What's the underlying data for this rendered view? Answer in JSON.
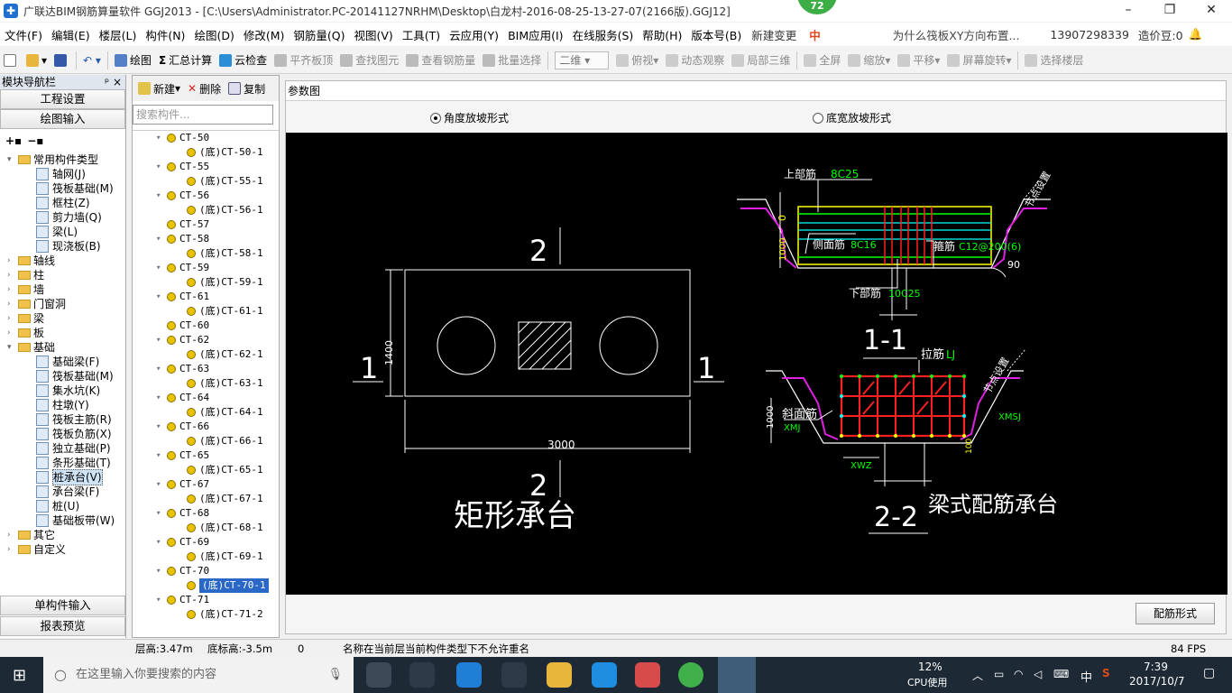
{
  "window": {
    "title": "广联达BIM钢筋算量软件 GGJ2013 - [C:\\Users\\Administrator.PC-20141127NRHM\\Desktop\\白龙村-2016-08-25-13-27-07(2166版).GGJ12]",
    "fps_badge": "72"
  },
  "menu": [
    "文件(F)",
    "编辑(E)",
    "楼层(L)",
    "构件(N)",
    "绘图(D)",
    "修改(M)",
    "钢筋量(Q)",
    "视图(V)",
    "工具(T)",
    "云应用(Y)",
    "BIM应用(I)",
    "在线服务(S)",
    "帮助(H)",
    "版本号(B)"
  ],
  "menu_extra": {
    "new_change": "新建变更",
    "ime_label": "中",
    "hint": "为什么筏板XY方向布置...",
    "phone": "13907298339",
    "price_bean": "造价豆:0"
  },
  "toolbar": {
    "draw": "绘图",
    "sum_calc": "汇总计算",
    "cloud_check": "云检查",
    "flat_top": "平齐板顶",
    "find_elem": "查找图元",
    "view_rebar": "查看钢筋量",
    "batch_select": "批量选择",
    "view_mode": "二维",
    "top_view": "俯视",
    "dynamic": "动态观察",
    "local3d": "局部三维",
    "fullscreen": "全屏",
    "zoom": "缩放",
    "pan": "平移",
    "rotate": "屏幕旋转",
    "select_floor": "选择楼层"
  },
  "nav": {
    "header": "模块导航栏",
    "pin": "ᵖ ×",
    "btn_project": "工程设置",
    "btn_draw": "绘图输入",
    "btn_single": "单构件输入",
    "btn_report": "报表预览",
    "tree": [
      {
        "label": "常用构件类型",
        "type": "folder",
        "expanded": true,
        "level": 0
      },
      {
        "label": "轴网(J)",
        "type": "item",
        "level": 1
      },
      {
        "label": "筏板基础(M)",
        "type": "item",
        "level": 1
      },
      {
        "label": "框柱(Z)",
        "type": "item",
        "level": 1
      },
      {
        "label": "剪力墙(Q)",
        "type": "item",
        "level": 1
      },
      {
        "label": "梁(L)",
        "type": "item",
        "level": 1
      },
      {
        "label": "现浇板(B)",
        "type": "item",
        "level": 1
      },
      {
        "label": "轴线",
        "type": "folder",
        "level": 0
      },
      {
        "label": "柱",
        "type": "folder",
        "level": 0
      },
      {
        "label": "墙",
        "type": "folder",
        "level": 0
      },
      {
        "label": "门窗洞",
        "type": "folder",
        "level": 0
      },
      {
        "label": "梁",
        "type": "folder",
        "level": 0
      },
      {
        "label": "板",
        "type": "folder",
        "level": 0
      },
      {
        "label": "基础",
        "type": "folder",
        "expanded": true,
        "level": 0
      },
      {
        "label": "基础梁(F)",
        "type": "item",
        "level": 1
      },
      {
        "label": "筏板基础(M)",
        "type": "item",
        "level": 1
      },
      {
        "label": "集水坑(K)",
        "type": "item",
        "level": 1
      },
      {
        "label": "柱墩(Y)",
        "type": "item",
        "level": 1
      },
      {
        "label": "筏板主筋(R)",
        "type": "item",
        "level": 1
      },
      {
        "label": "筏板负筋(X)",
        "type": "item",
        "level": 1
      },
      {
        "label": "独立基础(P)",
        "type": "item",
        "level": 1
      },
      {
        "label": "条形基础(T)",
        "type": "item",
        "level": 1
      },
      {
        "label": "桩承台(V)",
        "type": "item",
        "level": 1,
        "selected": true
      },
      {
        "label": "承台梁(F)",
        "type": "item",
        "level": 1
      },
      {
        "label": "桩(U)",
        "type": "item",
        "level": 1
      },
      {
        "label": "基础板带(W)",
        "type": "item",
        "level": 1
      },
      {
        "label": "其它",
        "type": "folder",
        "level": 0
      },
      {
        "label": "自定义",
        "type": "folder",
        "level": 0
      }
    ]
  },
  "components": {
    "new_label": "新建",
    "delete_label": "删除",
    "copy_label": "复制",
    "search_placeholder": "搜索构件...",
    "rows": [
      {
        "label": "CT-50",
        "level": 0
      },
      {
        "label": "(底)CT-50-1",
        "level": 1
      },
      {
        "label": "CT-55",
        "level": 0
      },
      {
        "label": "(底)CT-55-1",
        "level": 1
      },
      {
        "label": "CT-56",
        "level": 0
      },
      {
        "label": "(底)CT-56-1",
        "level": 1
      },
      {
        "label": "CT-57",
        "level": 0,
        "leaf": true
      },
      {
        "label": "CT-58",
        "level": 0
      },
      {
        "label": "(底)CT-58-1",
        "level": 1
      },
      {
        "label": "CT-59",
        "level": 0
      },
      {
        "label": "(底)CT-59-1",
        "level": 1
      },
      {
        "label": "CT-61",
        "level": 0
      },
      {
        "label": "(底)CT-61-1",
        "level": 1
      },
      {
        "label": "CT-60",
        "level": 0,
        "leaf": true
      },
      {
        "label": "CT-62",
        "level": 0
      },
      {
        "label": "(底)CT-62-1",
        "level": 1
      },
      {
        "label": "CT-63",
        "level": 0
      },
      {
        "label": "(底)CT-63-1",
        "level": 1
      },
      {
        "label": "CT-64",
        "level": 0
      },
      {
        "label": "(底)CT-64-1",
        "level": 1
      },
      {
        "label": "CT-66",
        "level": 0
      },
      {
        "label": "(底)CT-66-1",
        "level": 1
      },
      {
        "label": "CT-65",
        "level": 0
      },
      {
        "label": "(底)CT-65-1",
        "level": 1
      },
      {
        "label": "CT-67",
        "level": 0
      },
      {
        "label": "(底)CT-67-1",
        "level": 1
      },
      {
        "label": "CT-68",
        "level": 0
      },
      {
        "label": "(底)CT-68-1",
        "level": 1
      },
      {
        "label": "CT-69",
        "level": 0
      },
      {
        "label": "(底)CT-69-1",
        "level": 1
      },
      {
        "label": "CT-70",
        "level": 0
      },
      {
        "label": "(底)CT-70-1",
        "level": 1,
        "selected": true
      },
      {
        "label": "CT-71",
        "level": 0
      },
      {
        "label": "(底)CT-71-2",
        "level": 1
      }
    ]
  },
  "param": {
    "header": "参数图",
    "radio_angle": "角度放坡形式",
    "radio_width": "底宽放坡形式",
    "rebar_button": "配筋形式",
    "drawing": {
      "plan": {
        "dim_w": "3000",
        "dim_h": "1400",
        "sec1": "1",
        "sec2": "2",
        "caption": "矩形承台"
      },
      "sec11": {
        "top_rebar_label": "上部筋",
        "top_rebar": "8C25",
        "side_label": "侧面筋",
        "side_rebar": "8C16",
        "stirrup_label": "箍筋",
        "stirrup": "C12@200(6)",
        "bottom_label": "下部筋",
        "bottom_rebar": "10C25",
        "angle": "90",
        "zero": "0",
        "depth": "1000",
        "node_set": "节点设置",
        "caption": "1-1"
      },
      "sec22": {
        "tie_label": "拉筋",
        "tie": "LJ",
        "slope_label": "斜面筋",
        "xmj": "XMJ",
        "xmsj": "XMSJ",
        "xwz": "XWZ",
        "depth": "1000",
        "small": "100",
        "node_set": "节点设置",
        "caption": "2-2",
        "title": "梁式配筋承台"
      }
    }
  },
  "status": {
    "floor_height": "层高:3.47m",
    "base_height": "底标高:-3.5m",
    "count": "0",
    "message": "名称在当前层当前构件类型下不允许重名",
    "fps": "84 FPS"
  },
  "taskbar": {
    "search_placeholder": "在这里输入你要搜索的内容",
    "cpu_percent": "12%",
    "cpu_label": "CPU使用",
    "ime": "中",
    "time": "7:39",
    "date": "2017/10/7"
  }
}
